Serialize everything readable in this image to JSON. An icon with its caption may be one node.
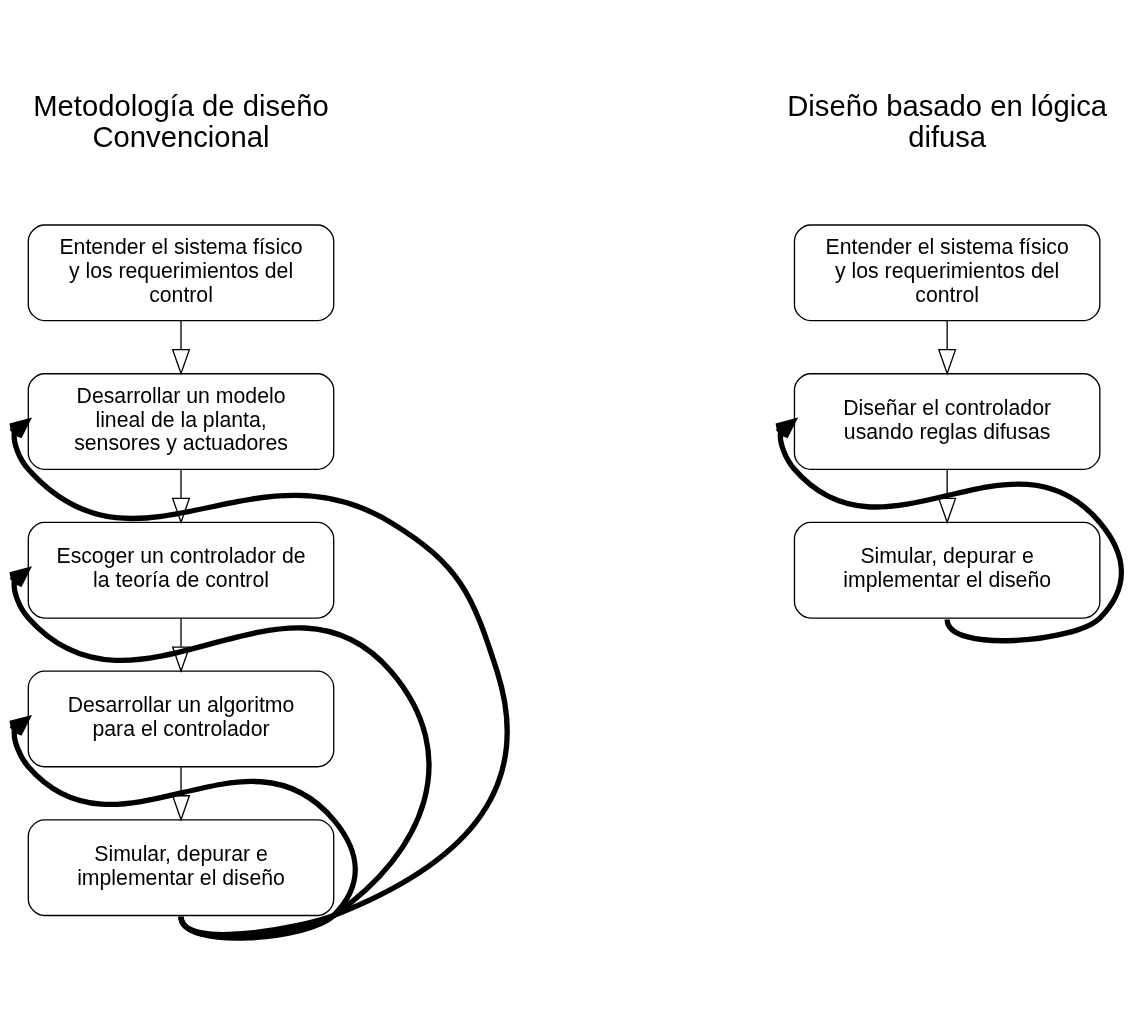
{
  "diagram": {
    "nodes": [
      {
        "text": [
          "Entender el sistema físico y los requerimientos del control"
        ]
      },
      {
        "text": [
          "Desarrollar un modelo lineal de la planta, sensores y actuadores"
        ]
      },
      {
        "text": [
          "Escoger un controlador de la teoría de control"
        ]
      },
      {
        "text": [
          "Desarrollar un algoritmo para el controlador"
        ]
      },
      {
        "text": [
          "Simular, depurar e implementar el diseño"
        ]
      },
      {
        "text": [
          "Entender el sistema físico y los requerimientos del control"
        ]
      },
      {
        "text": [
          "Diseñar el controlador usando reglas difusas"
        ]
      },
      {
        "text": [
          "Simular, depurar e implementar el diseño"
        ]
      }
    ],
    "edges": [
      {
        "from": 0,
        "to": 1,
        "arrow": "to"
      },
      {
        "from": 1,
        "to": 2,
        "arrow": "to"
      },
      {
        "from": 2,
        "to": 3,
        "arrow": "to"
      },
      {
        "from": 3,
        "to": 4,
        "arrow": "to"
      },
      {
        "from": 4,
        "to": 1,
        "arrow": "to",
        "style": "thick"
      },
      {
        "from": 4,
        "to": 2,
        "arrow": "to",
        "style": "thick"
      },
      {
        "from": 4,
        "to": 3,
        "arrow": "to",
        "style": "thick"
      },
      {
        "from": 5,
        "to": 6,
        "arrow": "to"
      },
      {
        "from": 6,
        "to": 7,
        "arrow": "to"
      },
      {
        "from": 7,
        "to": 6,
        "arrow": "to",
        "style": "thick"
      }
    ],
    "labels": [
      "Metodología de diseño Convencional",
      "Diseño basado en lógica difusa"
    ]
  }
}
